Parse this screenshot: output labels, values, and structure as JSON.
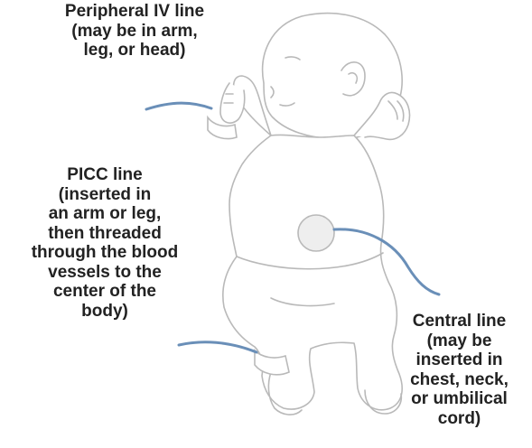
{
  "labels": {
    "peripheral": "Peripheral IV line\n(may be in arm,\nleg, or head)",
    "picc": "PICC line\n(inserted in\nan arm or leg,\nthen threaded\nthrough the blood\nvessels to the\ncenter of the\nbody)",
    "central": "Central line\n(may be\ninserted in\nchest, neck,\nor umbilical\ncord)"
  },
  "colors": {
    "outline": "#b9b9b9",
    "fill": "#ffffff",
    "line": "#6a8fb8",
    "text": "#222222"
  },
  "icons": [
    "baby-outline-icon",
    "umbilical-site-icon",
    "wrist-band-icon",
    "ankle-band-icon"
  ]
}
